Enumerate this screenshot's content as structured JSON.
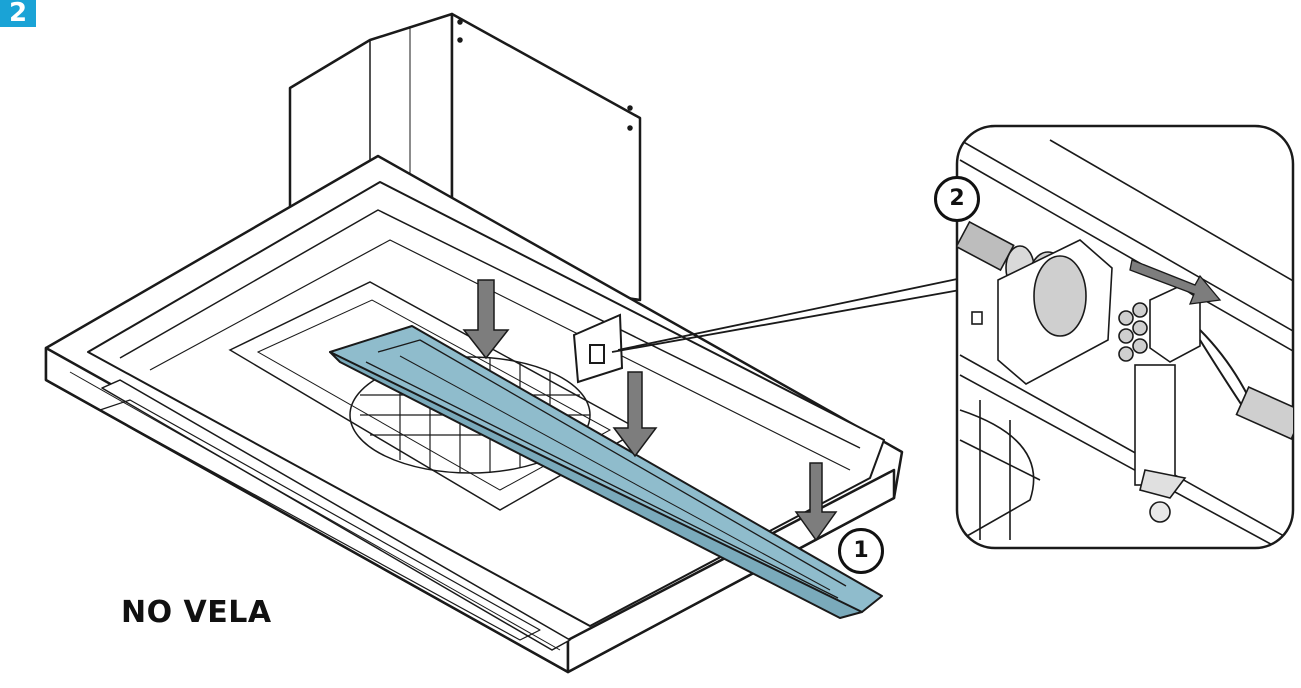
{
  "step_number": "2",
  "caption": "NO VELA",
  "callouts": {
    "one": "1",
    "two": "2"
  },
  "colors": {
    "badge": "#1aa3d6",
    "panel": "#8fbccc",
    "line": "#1a1a1a"
  },
  "icons": {
    "arrow": "arrow-down-icon",
    "pull_arrow": "arrow-right-icon"
  }
}
